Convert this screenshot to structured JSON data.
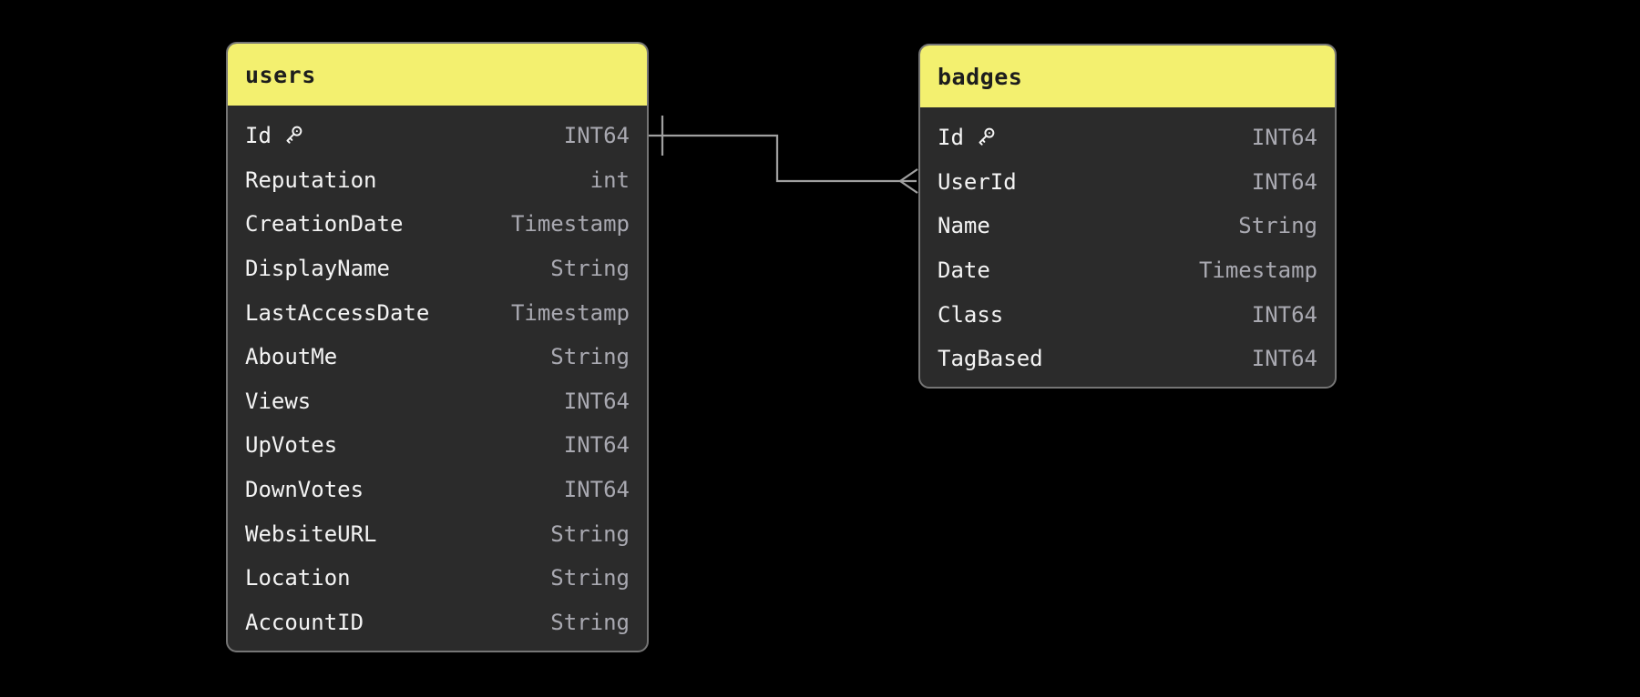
{
  "app": {
    "background_color": "#000000"
  },
  "diagram": {
    "colors": {
      "table_header": "#f3f06f",
      "table_body": "#2b2b2b",
      "table_border": "#757575",
      "field_text": "#f4f4f4",
      "type_text": "#a9a9b1",
      "header_text": "#1d1d1d",
      "connector_line": "#a0a0a0"
    },
    "tables": [
      {
        "name": "users",
        "columns": [
          {
            "name": "Id",
            "type": "INT64",
            "primary_key": true,
            "icon": "key-icon"
          },
          {
            "name": "Reputation",
            "type": "int",
            "primary_key": false
          },
          {
            "name": "CreationDate",
            "type": "Timestamp",
            "primary_key": false
          },
          {
            "name": "DisplayName",
            "type": "String",
            "primary_key": false
          },
          {
            "name": "LastAccessDate",
            "type": "Timestamp",
            "primary_key": false
          },
          {
            "name": "AboutMe",
            "type": "String",
            "primary_key": false
          },
          {
            "name": "Views",
            "type": "INT64",
            "primary_key": false
          },
          {
            "name": "UpVotes",
            "type": "INT64",
            "primary_key": false
          },
          {
            "name": "DownVotes",
            "type": "INT64",
            "primary_key": false
          },
          {
            "name": "WebsiteURL",
            "type": "String",
            "primary_key": false
          },
          {
            "name": "Location",
            "type": "String",
            "primary_key": false
          },
          {
            "name": "AccountID",
            "type": "String",
            "primary_key": false
          }
        ]
      },
      {
        "name": "badges",
        "columns": [
          {
            "name": "Id",
            "type": "INT64",
            "primary_key": true,
            "icon": "key-icon"
          },
          {
            "name": "UserId",
            "type": "INT64",
            "primary_key": false
          },
          {
            "name": "Name",
            "type": "String",
            "primary_key": false
          },
          {
            "name": "Date",
            "type": "Timestamp",
            "primary_key": false
          },
          {
            "name": "Class",
            "type": "INT64",
            "primary_key": false
          },
          {
            "name": "TagBased",
            "type": "INT64",
            "primary_key": false
          }
        ]
      }
    ],
    "relationship": {
      "from_table": "users",
      "from_column": "Id",
      "from_cardinality": "one",
      "to_table": "badges",
      "to_column": "UserId",
      "to_cardinality": "many"
    }
  }
}
